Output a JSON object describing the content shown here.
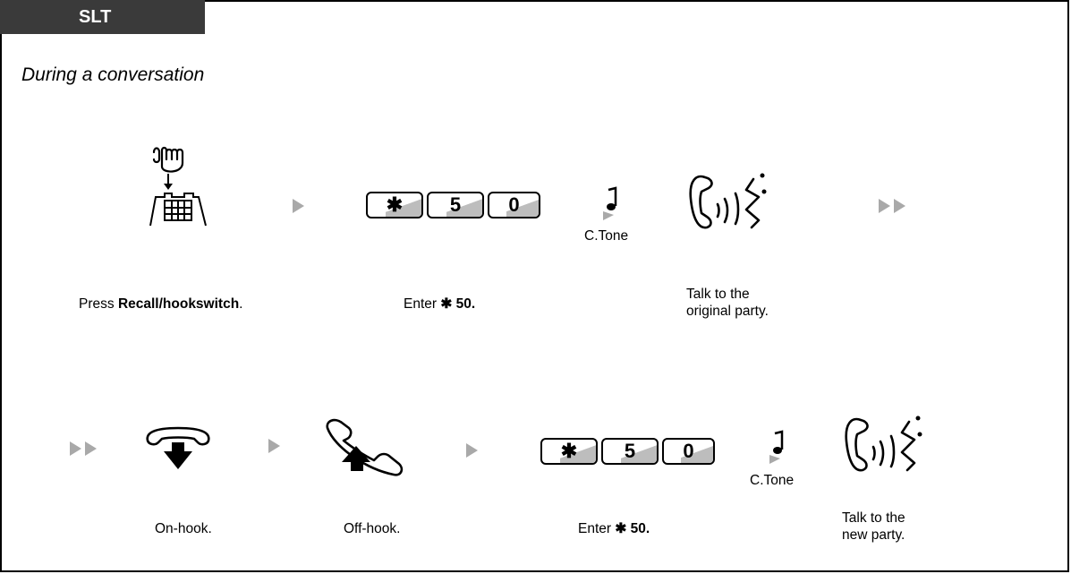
{
  "header": {
    "tab_label": "SLT",
    "subtitle": "During a conversation"
  },
  "row1": {
    "step1": {
      "prefix": "Press ",
      "bold": "Recall/hookswitch",
      "suffix": "."
    },
    "step2": {
      "prefix": "Enter ",
      "star": "✱",
      "code": " 50.",
      "keys": [
        "✱",
        "5",
        "0"
      ]
    },
    "tone_label": "C.Tone",
    "step3": {
      "line1": "Talk to the",
      "line2": "original party."
    }
  },
  "row2": {
    "step1": {
      "label": "On-hook."
    },
    "step2": {
      "label": "Off-hook."
    },
    "step3": {
      "prefix": "Enter ",
      "star": "✱",
      "code": " 50.",
      "keys": [
        "✱",
        "5",
        "0"
      ]
    },
    "tone_label": "C.Tone",
    "step4": {
      "line1": "Talk to the",
      "line2": "new party."
    }
  }
}
